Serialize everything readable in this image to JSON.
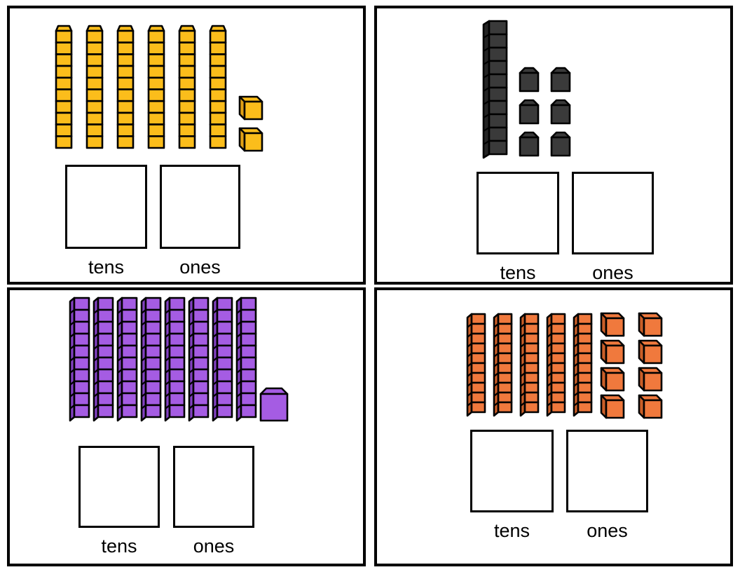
{
  "worksheet": {
    "description": "base-ten blocks place value worksheet with four problems",
    "outline_color": "#000000",
    "quadrants": [
      {
        "name": "top-left",
        "block_color_name": "yellow",
        "block_fill": "#FBBD1B",
        "block_side": "#E0A016",
        "tens_count": 6,
        "ones_count": 2,
        "ones_columns": 1,
        "tens_label": "tens",
        "ones_label": "ones",
        "tens_box_value": "",
        "ones_box_value": ""
      },
      {
        "name": "top-right",
        "block_color_name": "dark-gray",
        "block_fill": "#3A3A3A",
        "block_side": "#242424",
        "tens_count": 1,
        "ones_count": 6,
        "ones_columns": 2,
        "tens_label": "tens",
        "ones_label": "ones",
        "tens_box_value": "",
        "ones_box_value": ""
      },
      {
        "name": "bottom-left",
        "block_color_name": "purple",
        "block_fill": "#A55CE3",
        "block_side": "#8241C2",
        "tens_count": 8,
        "ones_count": 1,
        "ones_columns": 1,
        "tens_label": "tens",
        "ones_label": "ones",
        "tens_box_value": "",
        "ones_box_value": ""
      },
      {
        "name": "bottom-right",
        "block_color_name": "orange",
        "block_fill": "#F0793D",
        "block_side": "#CB5F28",
        "tens_count": 5,
        "ones_count": 8,
        "ones_columns": 2,
        "tens_label": "tens",
        "ones_label": "ones",
        "tens_box_value": "",
        "ones_box_value": ""
      }
    ]
  }
}
